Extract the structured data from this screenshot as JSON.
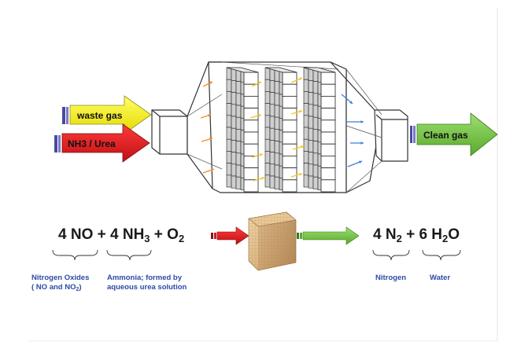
{
  "arrows": {
    "waste_gas": "waste gas",
    "nh3_urea": "NH3 / Urea",
    "clean_gas": "Clean gas"
  },
  "equation": {
    "left": [
      {
        "text": "4 NO + 4 NH"
      },
      {
        "sub": "3"
      },
      {
        "text": " + O"
      },
      {
        "sub": "2"
      }
    ],
    "right": [
      {
        "text": "4 N"
      },
      {
        "sub": "2"
      },
      {
        "text": " + 6 H"
      },
      {
        "sub": "2"
      },
      {
        "text": "O"
      }
    ]
  },
  "labels": {
    "nitrogen_oxides_line1": "Nitrogen Oxides",
    "nitrogen_oxides_line2_a": "( NO and NO",
    "nitrogen_oxides_line2_sub": "2",
    "nitrogen_oxides_line2_b": ")",
    "ammonia_line1": "Ammonia; formed by",
    "ammonia_line2": "aqueous urea solution",
    "nitrogen": "Nitrogen",
    "water": "Water"
  },
  "colors": {
    "waste_gas_arrow": "#ffff00",
    "nh3_arrow": "#e8141c",
    "clean_gas_arrow": "#7dc242",
    "flow_arrow_orange": "#f28c28",
    "flow_arrow_yellow": "#f7c51e",
    "flow_arrow_blue": "#3d7fd6",
    "label_blue": "#2b4aa6"
  }
}
